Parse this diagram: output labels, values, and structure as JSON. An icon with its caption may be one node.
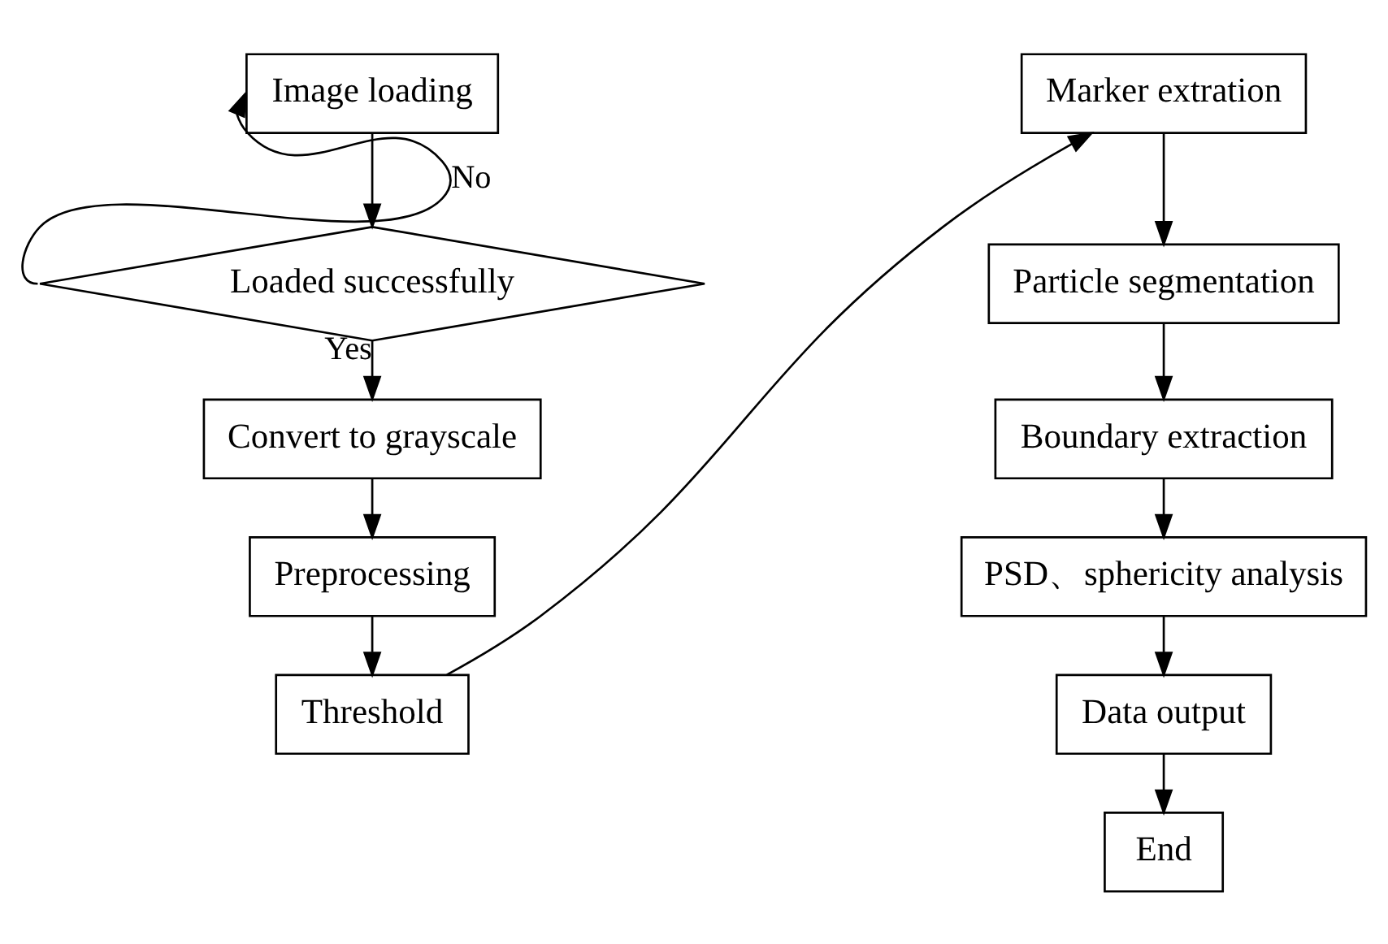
{
  "diagram": {
    "nodes": [
      {
        "text": [
          "Image loading"
        ]
      },
      {
        "text": [
          "Loaded successfully"
        ]
      },
      {
        "text": [
          "Convert to grayscale"
        ]
      },
      {
        "text": [
          "Preprocessing"
        ]
      },
      {
        "text": [
          "Threshold"
        ]
      },
      {
        "text": [
          "Marker extration"
        ]
      },
      {
        "text": [
          "Particle segmentation"
        ]
      },
      {
        "text": [
          "Boundary extraction"
        ]
      },
      {
        "text": [
          "PSD、sphericity analysis"
        ]
      },
      {
        "text": [
          "Data output"
        ]
      },
      {
        "text": [
          "End"
        ]
      }
    ],
    "edges": [
      {
        "from": 0,
        "to": 1,
        "arrow": "to"
      },
      {
        "from": 1,
        "to": 0,
        "arrow": "to",
        "label": "No"
      },
      {
        "from": 1,
        "to": 2,
        "arrow": "to",
        "label": "Yes"
      },
      {
        "from": 2,
        "to": 3,
        "arrow": "to"
      },
      {
        "from": 3,
        "to": 4,
        "arrow": "to"
      },
      {
        "from": 4,
        "to": 5,
        "arrow": "to"
      },
      {
        "from": 5,
        "to": 6,
        "arrow": "to"
      },
      {
        "from": 6,
        "to": 7,
        "arrow": "to"
      },
      {
        "from": 7,
        "to": 8,
        "arrow": "to"
      },
      {
        "from": 8,
        "to": 9,
        "arrow": "to"
      },
      {
        "from": 9,
        "to": 10,
        "arrow": "to"
      }
    ]
  }
}
